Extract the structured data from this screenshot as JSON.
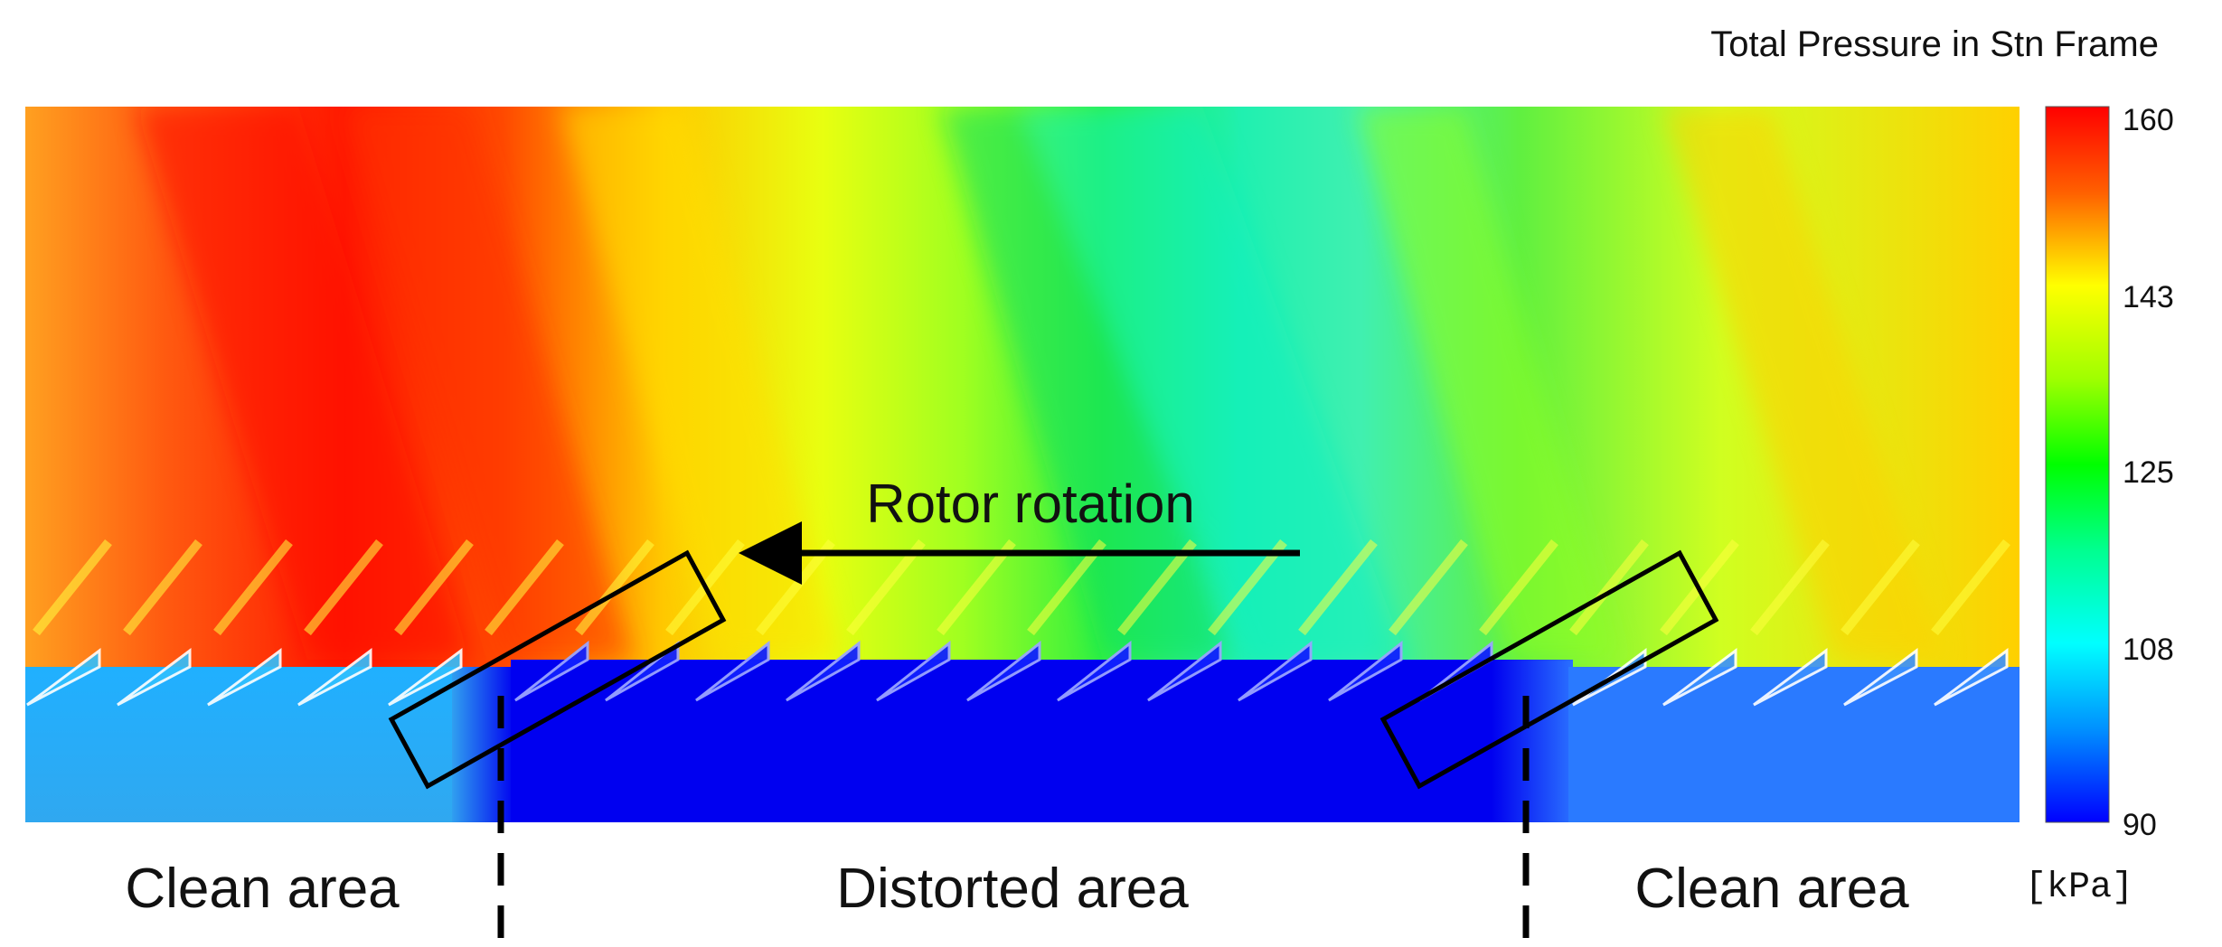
{
  "figure": {
    "colorbar_title": "Total Pressure in Stn Frame",
    "colorbar_unit": "[kPa]",
    "colorbar_ticks": [
      "160",
      "143",
      "125",
      "108",
      "90"
    ],
    "colorbar_colors": [
      "#ff0000",
      "#ffff00",
      "#00ff00",
      "#00ffff",
      "#0000ff"
    ],
    "annotation_rotor": "Rotor rotation",
    "regions": {
      "left": "Clean area",
      "middle": "Distorted area",
      "right": "Clean area"
    }
  }
}
